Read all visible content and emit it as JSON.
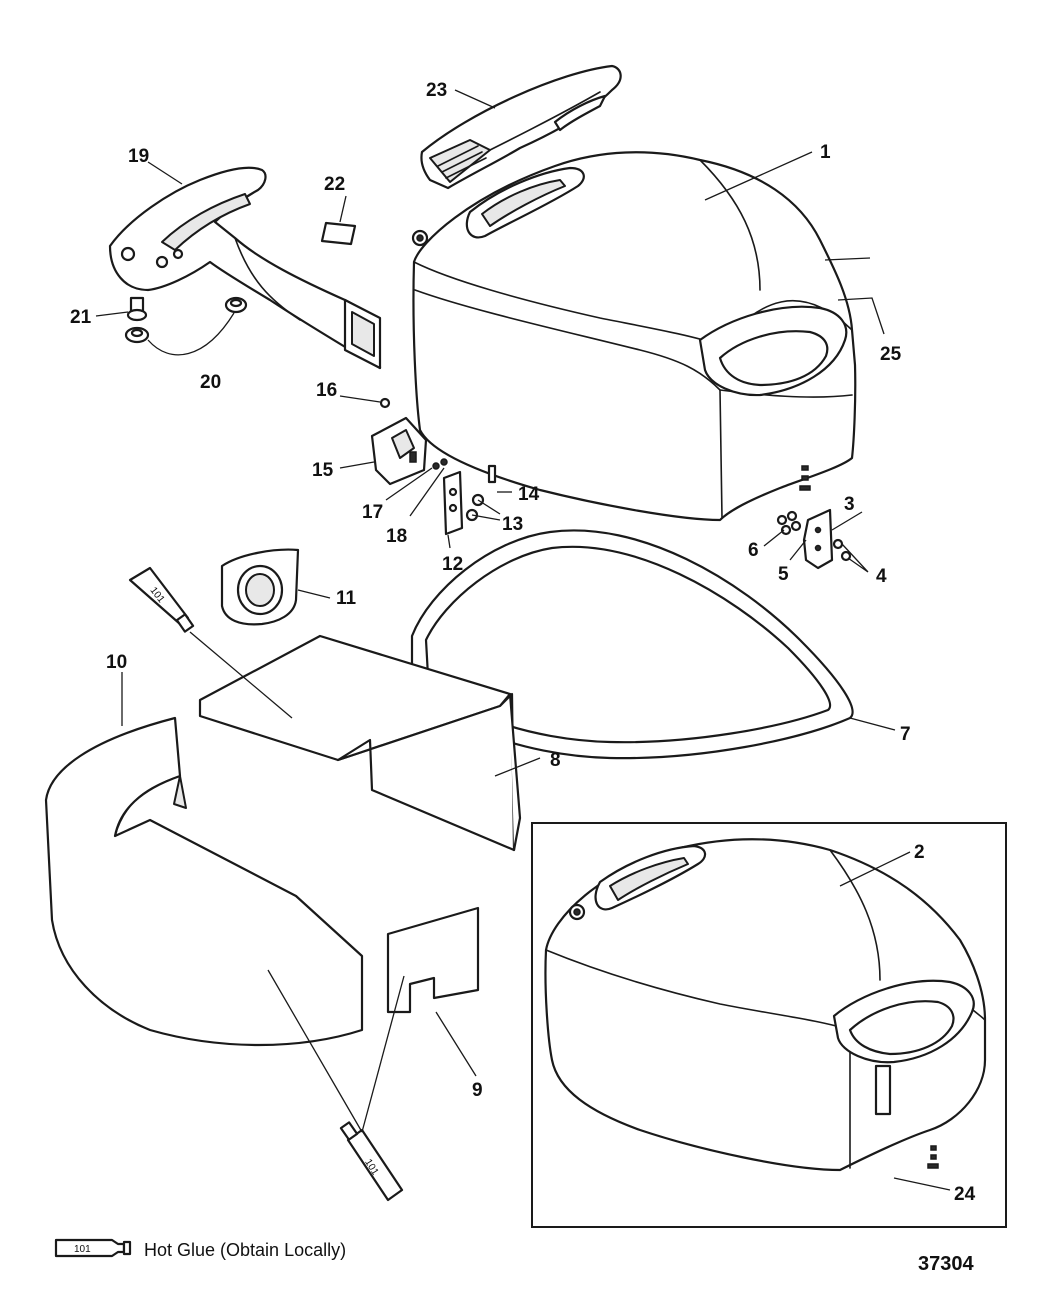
{
  "callouts": {
    "c1": "1",
    "c2": "2",
    "c3": "3",
    "c4": "4",
    "c5": "5",
    "c6": "6",
    "c7": "7",
    "c8": "8",
    "c9": "9",
    "c10": "10",
    "c11": "11",
    "c12": "12",
    "c13": "13",
    "c14": "14",
    "c15": "15",
    "c16": "16",
    "c17": "17",
    "c18": "18",
    "c19": "19",
    "c20": "20",
    "c21": "21",
    "c22": "22",
    "c23": "23",
    "c24": "24",
    "c25": "25"
  },
  "tube_label": "101",
  "legend": {
    "tube_label": "101",
    "text": "Hot Glue (Obtain Locally)"
  },
  "figure_number": "37304"
}
